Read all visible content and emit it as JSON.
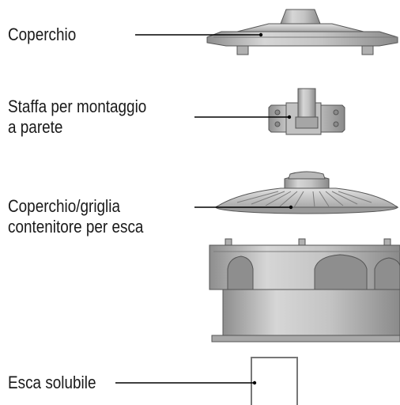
{
  "labels": {
    "coperchio": "Coperchio",
    "staffa_line1": "Staffa per montaggio",
    "staffa_line2": "a parete",
    "griglia_line1": "Coperchio/griglia",
    "griglia_line2": "contenitore per esca",
    "esca": "Esca solubile"
  },
  "colors": {
    "part_fill": "#c8c8c8",
    "part_light": "#dcdcdc",
    "part_dark": "#9a9a9a",
    "outline": "#555555",
    "leader_line": "#000000",
    "text": "#1a1a1a"
  }
}
